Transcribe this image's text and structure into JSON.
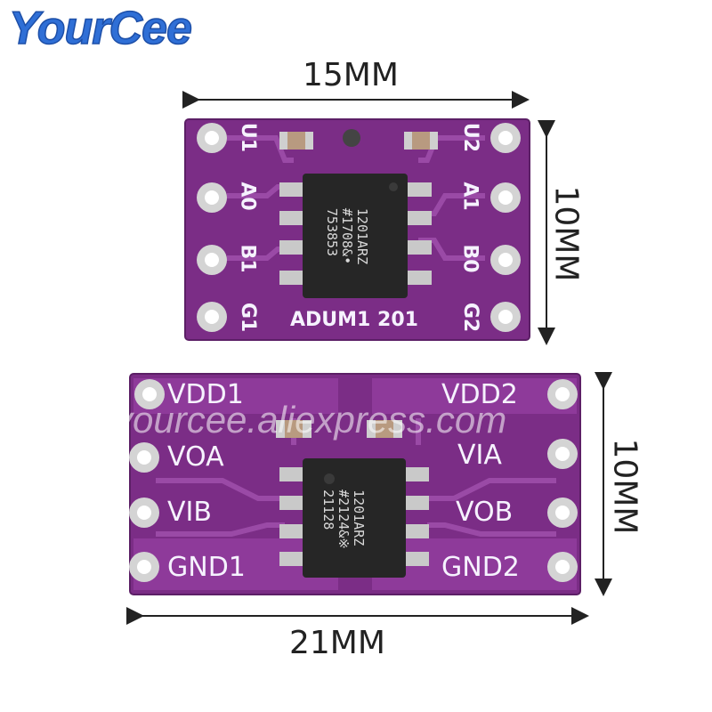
{
  "brand": {
    "logo_text": "YourCee",
    "watermark": "yourcee.aliexpress.com"
  },
  "colors": {
    "pcb": "#7b2d86",
    "trace": "#9a4aa6",
    "pad": "#c9c9c9",
    "chip": "#262626",
    "logo": "#2f6fd6"
  },
  "top_board": {
    "width_label": "15MM",
    "height_label": "10MM",
    "name": "ADUM1 201",
    "left_pins": [
      "U1",
      "A0",
      "B1",
      "G1"
    ],
    "right_pins": [
      "U2",
      "A1",
      "B0",
      "G2"
    ],
    "chip_marking": "1201ARZ\n#1708&•\n753853"
  },
  "bottom_board": {
    "width_label": "21MM",
    "height_label": "10MM",
    "left_pins": [
      "VDD1",
      "VOA",
      "VIB",
      "GND1"
    ],
    "right_pins": [
      "VDD2",
      "VIA",
      "VOB",
      "GND2"
    ],
    "chip_marking": "1201ARZ\n#2124&※\n21128"
  }
}
